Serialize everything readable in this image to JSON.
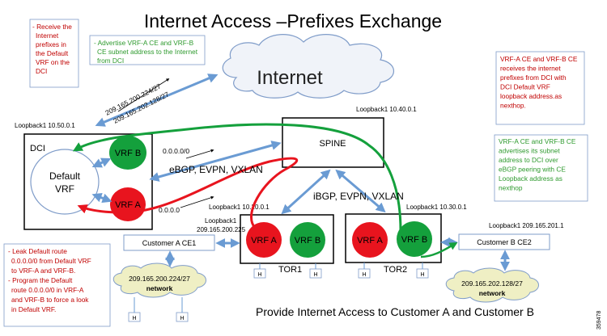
{
  "title": "Internet Access –Prefixes Exchange",
  "cloud_label": "Internet",
  "spine_label": "SPINE",
  "dci": {
    "label": "DCI",
    "default_vrf": [
      "Default",
      "VRF"
    ],
    "loopback": "Loopback1 10.50.0.1",
    "vrf_b": "VRF B",
    "vrf_a": "VRF A"
  },
  "tor1": {
    "label": "TOR1",
    "loopback": [
      "Loopback1",
      "209.165.200.225"
    ],
    "loopback_bottom": "Loopback1 10.20.0.1",
    "vrf_a": "VRF A",
    "vrf_b": "VRF B"
  },
  "tor2": {
    "label": "TOR2",
    "loopback": "Loopback1 10.30.0.1",
    "vrf_a": "VRF A",
    "vrf_b": "VRF B"
  },
  "spine_loopback": "Loopback1 10.40.0.1",
  "customer_a": {
    "label": "Customer A CE1",
    "network": [
      "209.165.200.224/27",
      "network"
    ]
  },
  "customer_b": {
    "label": "Customer B CE2",
    "loopback": "Loopback1 209.165.201.1",
    "network": [
      "209.165.202.128/27",
      "network"
    ]
  },
  "host_label": "H",
  "diag_prefixes": [
    "209.165.200.224/27",
    "209.165.202.128/27"
  ],
  "default_route_upper": "0.0.0.0/0",
  "default_route_lower": "0.0.0.0",
  "ebgp_label": "eBGP, EVPN, VXLAN",
  "ibgp_label": "iBGP, EVPN, VXLAN",
  "notes": {
    "top_left": [
      "- Receive the",
      "Internet",
      "prefixes in",
      "the Default",
      "VRF on the",
      "DCI"
    ],
    "top_middle": [
      "- Advertise  VRF-A CE and VRF-B",
      "CE subnet address to the Internet",
      "from DCI"
    ],
    "top_right": [
      "VRF-A CE and VRF-B CE",
      "receives the internet",
      "prefixes from DCI with",
      "DCI Default VRF",
      "loopback address.as",
      "nexthop."
    ],
    "middle_right": [
      "VRF-A CE and VRF-B CE",
      "advertises its subnet",
      "address to DCI over",
      "eBGP peering with CE",
      "Loopback address as",
      "nexthop"
    ],
    "bottom_left": [
      "- Leak Default route",
      "0.0.0.0/0 from Default VRF",
      "to VRF-A and VRF-B.",
      "- Program the Default",
      "route 0.0.0.0/0 in VRF-A",
      "and VRF-B to force a look",
      "in Default VRF."
    ]
  },
  "caption": "Provide Internet Access to Customer A and Customer B",
  "figure_id": "359478",
  "colors": {
    "red_note": "#c00000",
    "green_note": "#2e9a2e",
    "vrf_green": "#14a03c",
    "vrf_red": "#e8141e",
    "blue_arrow": "#6a9bd3",
    "cloud_fill": "#f0f3f9",
    "network_fill": "#efefc4"
  }
}
